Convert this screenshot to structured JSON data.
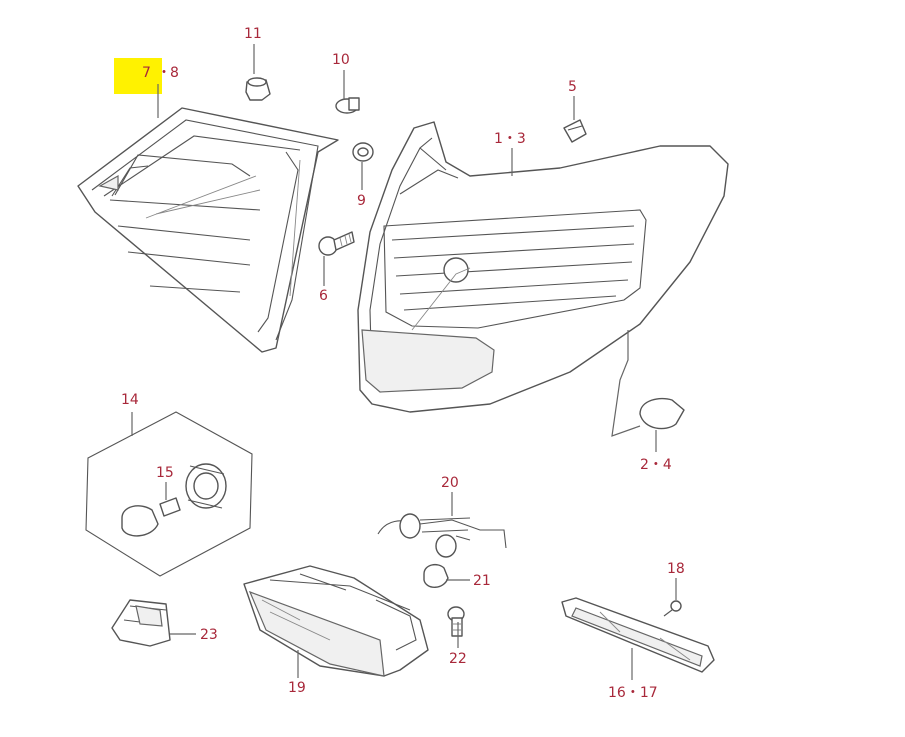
{
  "highlight": {
    "color": "#fff200"
  },
  "labels": {
    "p7": "7",
    "p8": "8",
    "p11": "11",
    "p10": "10",
    "p5": "5",
    "p13": "1・3",
    "p9": "9",
    "p6": "6",
    "p24": "2・4",
    "p14": "14",
    "p15": "15",
    "p20": "20",
    "p21": "21",
    "p18": "18",
    "p22": "22",
    "p23": "23",
    "p19": "19",
    "p1617": "16・17"
  },
  "label_color": "#a8283a"
}
